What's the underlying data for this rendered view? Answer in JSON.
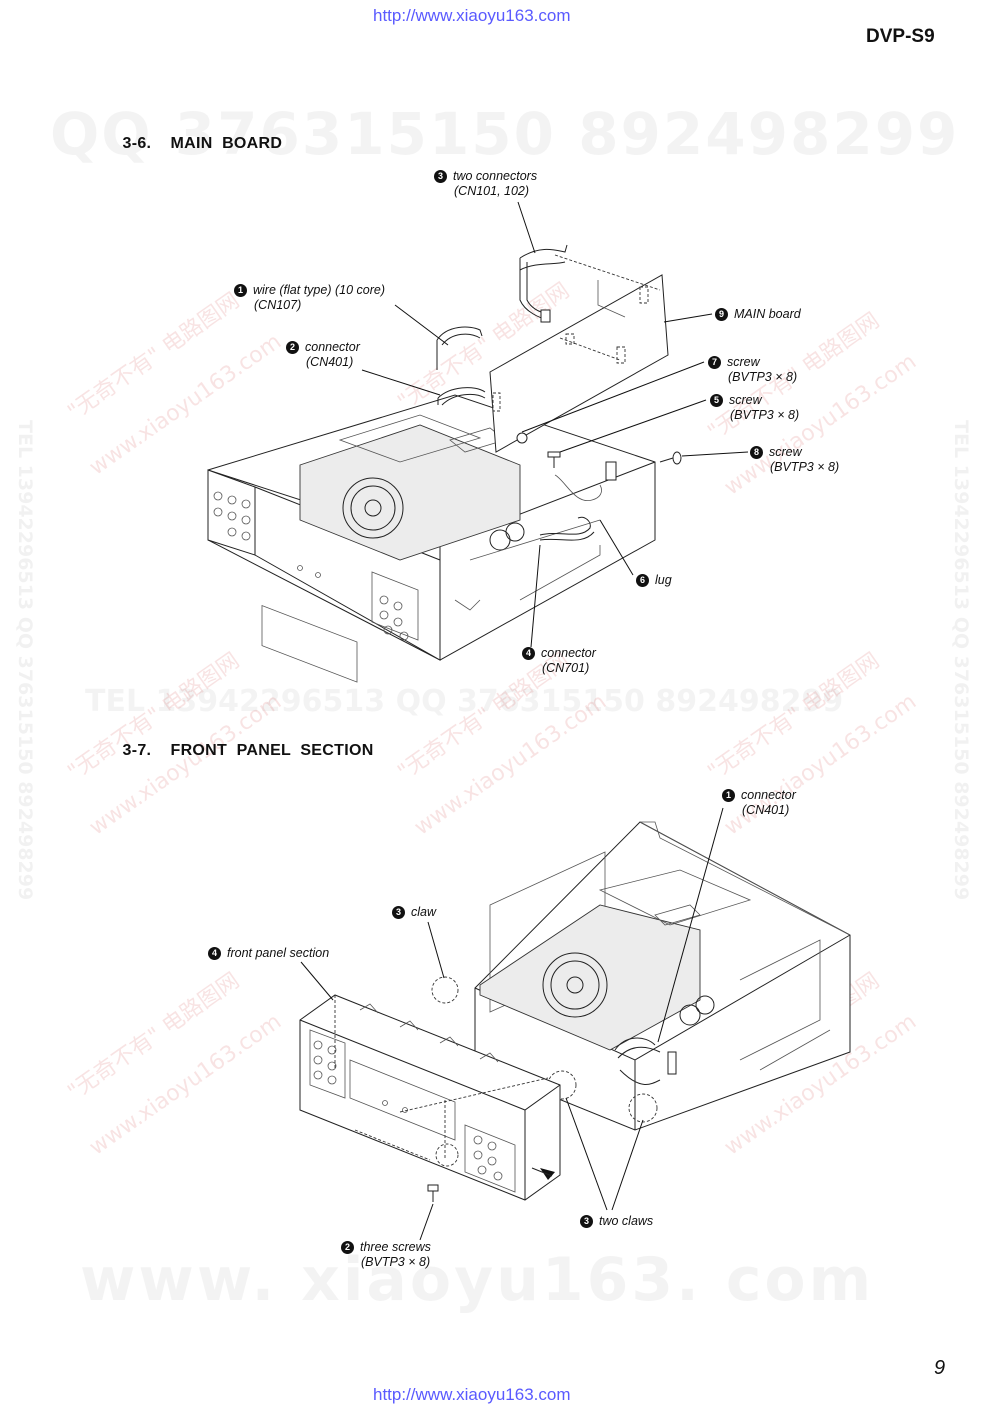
{
  "header": {
    "top_url": "http://www.xiaoyu163.com",
    "model": "DVP-S9"
  },
  "sections": [
    {
      "number": "3-6.",
      "title": "MAIN  BOARD",
      "callouts": [
        {
          "n": "3",
          "line1": "two connectors",
          "line2": "(CN101, 102)"
        },
        {
          "n": "1",
          "line1": "wire (flat type) (10 core)",
          "line2": "(CN107)"
        },
        {
          "n": "2",
          "line1": "connector",
          "line2": "(CN401)"
        },
        {
          "n": "9",
          "line1": "MAIN board",
          "line2": ""
        },
        {
          "n": "7",
          "line1": "screw",
          "line2": "(BVTP3 × 8)"
        },
        {
          "n": "5",
          "line1": "screw",
          "line2": "(BVTP3 × 8)"
        },
        {
          "n": "8",
          "line1": "screw",
          "line2": "(BVTP3 × 8)"
        },
        {
          "n": "6",
          "line1": "lug",
          "line2": ""
        },
        {
          "n": "4",
          "line1": "connector",
          "line2": "(CN701)"
        }
      ]
    },
    {
      "number": "3-7.",
      "title": "FRONT  PANEL  SECTION",
      "callouts": [
        {
          "n": "1",
          "line1": "connector",
          "line2": "(CN401)"
        },
        {
          "n": "3",
          "line1": "claw",
          "line2": ""
        },
        {
          "n": "4",
          "line1": "front panel section",
          "line2": ""
        },
        {
          "n": "3",
          "line1": "two claws",
          "line2": ""
        },
        {
          "n": "2",
          "line1": "three screws",
          "line2": "(BVTP3 × 8)"
        }
      ]
    }
  ],
  "watermarks": {
    "qq_line": "QQ 376315150   892498299",
    "tel_line": "TEL 13942296513      QQ 376315150  892498299",
    "www_line": "www. xiaoyu163. com",
    "diag_cn": "\"无奇不有\" 电路图网",
    "diag_url": "www.xiaoyu163.com",
    "vertical": "TEL 13942296513  QQ 376315150  892498299"
  },
  "footer": {
    "page_number": "9",
    "bottom_url": "http://www.xiaoyu163.com"
  }
}
